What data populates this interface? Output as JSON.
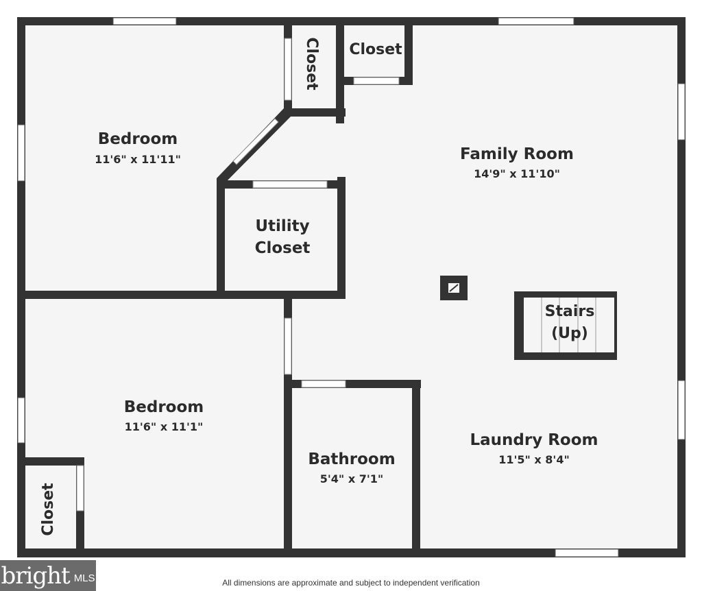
{
  "colors": {
    "floor": "#f5f5f5",
    "wall": "#333333",
    "window": "#ffffff",
    "text": "#2b2b2b",
    "logo_bg": "#6b6b6b"
  },
  "rooms": {
    "bedroom_top": {
      "name": "Bedroom",
      "dims": "11'6\" x 11'11\""
    },
    "closet_vertical": {
      "name": "Closet"
    },
    "closet_top": {
      "name": "Closet"
    },
    "family_room": {
      "name": "Family Room",
      "dims": "14'9\" x 11'10\""
    },
    "utility_closet": {
      "name_line1": "Utility",
      "name_line2": "Closet"
    },
    "stairs": {
      "name_line1": "Stairs",
      "name_line2": "(Up)"
    },
    "bedroom_bottom": {
      "name": "Bedroom",
      "dims": "11'6\" x 11'1\""
    },
    "bathroom": {
      "name": "Bathroom",
      "dims": "5'4\" x 7'1\""
    },
    "laundry_room": {
      "name": "Laundry Room",
      "dims": "11'5\" x 8'4\""
    },
    "closet_bottom": {
      "name": "Closet"
    }
  },
  "logo": {
    "word": "bright",
    "suffix": "MLS"
  },
  "footer": {
    "disclaimer": "All dimensions are approximate and subject to independent verification"
  }
}
